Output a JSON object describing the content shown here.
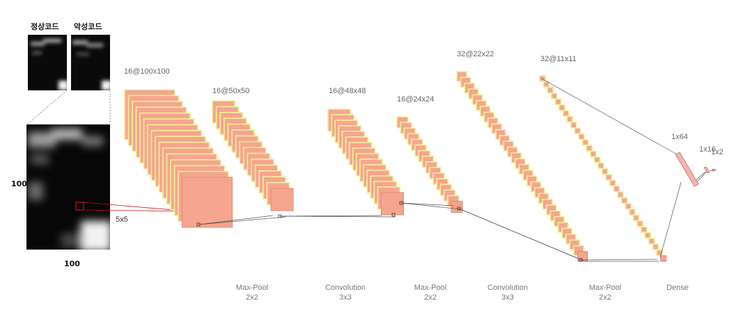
{
  "inputs": {
    "normal_label": "정상코드",
    "malicious_label": "악성코드",
    "dim_height": "100",
    "dim_width": "100",
    "kernel_label": "5x5"
  },
  "layers": [
    {
      "label": "16@100x100",
      "count": 16
    },
    {
      "label": "16@50x50",
      "count": 16
    },
    {
      "label": "16@48x48",
      "count": 16
    },
    {
      "label": "16@24x24",
      "count": 16
    },
    {
      "label": "32@22x22",
      "count": 32
    },
    {
      "label": "32@11x11",
      "count": 32
    },
    {
      "label": "1x64"
    },
    {
      "label": "1x16"
    },
    {
      "label": "1x2"
    }
  ],
  "operations": [
    {
      "name": "Max-Pool",
      "size": "2x2"
    },
    {
      "name": "Convolution",
      "size": "3x3"
    },
    {
      "name": "Max-Pool",
      "size": "2x2"
    },
    {
      "name": "Convolution",
      "size": "3x3"
    },
    {
      "name": "Max-Pool",
      "size": "2x2"
    },
    {
      "name": "Dense",
      "size": ""
    }
  ],
  "colors": {
    "map_front": "#f6a58e",
    "map_edge": "#f2f29a",
    "dense": "#f4b3b0",
    "line": "#555555",
    "kernel_box": "#cc1111"
  }
}
